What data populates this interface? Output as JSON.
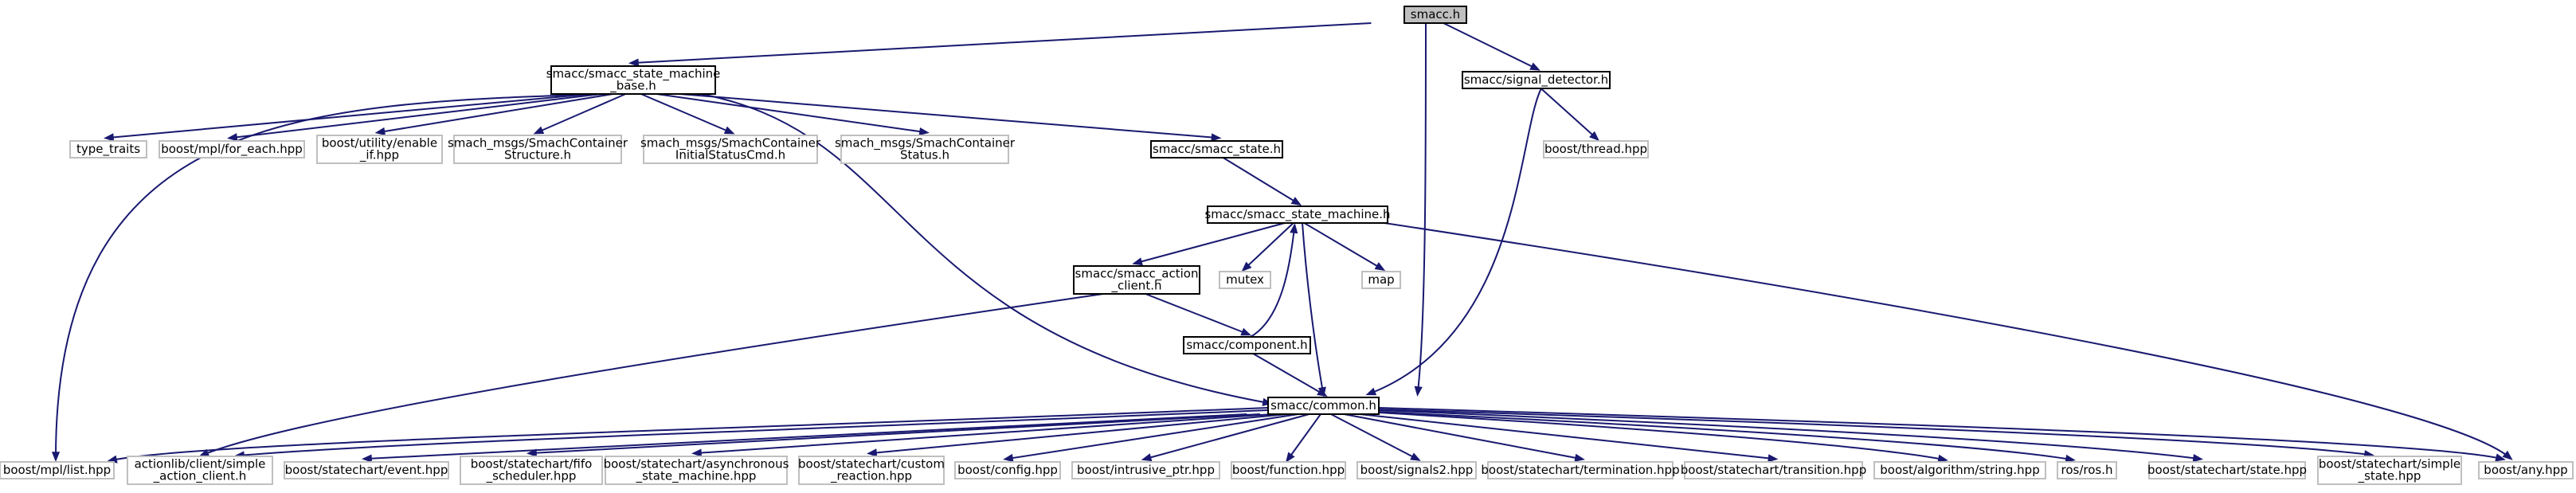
{
  "diagram": {
    "title": "",
    "colors": {
      "edge": "#191970",
      "node_border": "#000000",
      "node_border_external": "#bfbfbf",
      "root_fill": "#bfbfbf",
      "node_fill": "#ffffff"
    },
    "nodes": [
      {
        "id": "root",
        "lines": [
          "smacc.h"
        ],
        "kind": "root"
      },
      {
        "id": "base",
        "lines": [
          "smacc/smacc_state_machine",
          "_base.h"
        ],
        "kind": "internal"
      },
      {
        "id": "sigdet",
        "lines": [
          "smacc/signal_detector.h"
        ],
        "kind": "internal"
      },
      {
        "id": "typetraits",
        "lines": [
          "type_traits"
        ],
        "kind": "external"
      },
      {
        "id": "foreach",
        "lines": [
          "boost/mpl/for_each.hpp"
        ],
        "kind": "external"
      },
      {
        "id": "enableif",
        "lines": [
          "boost/utility/enable",
          "_if.hpp"
        ],
        "kind": "external"
      },
      {
        "id": "structure",
        "lines": [
          "smach_msgs/SmachContainer",
          "Structure.h"
        ],
        "kind": "external"
      },
      {
        "id": "initstatus",
        "lines": [
          "smach_msgs/SmachContainer",
          "InitialStatusCmd.h"
        ],
        "kind": "external"
      },
      {
        "id": "status",
        "lines": [
          "smach_msgs/SmachContainer",
          "Status.h"
        ],
        "kind": "external"
      },
      {
        "id": "state",
        "lines": [
          "smacc/smacc_state.h"
        ],
        "kind": "internal"
      },
      {
        "id": "thread",
        "lines": [
          "boost/thread.hpp"
        ],
        "kind": "external"
      },
      {
        "id": "sm",
        "lines": [
          "smacc/smacc_state_machine.h"
        ],
        "kind": "internal"
      },
      {
        "id": "actclient",
        "lines": [
          "smacc/smacc_action",
          "_client.h"
        ],
        "kind": "internal"
      },
      {
        "id": "mutex",
        "lines": [
          "mutex"
        ],
        "kind": "external"
      },
      {
        "id": "map",
        "lines": [
          "map"
        ],
        "kind": "external"
      },
      {
        "id": "component",
        "lines": [
          "smacc/component.h"
        ],
        "kind": "internal"
      },
      {
        "id": "common",
        "lines": [
          "smacc/common.h"
        ],
        "kind": "internal"
      },
      {
        "id": "mpllist",
        "lines": [
          "boost/mpl/list.hpp"
        ],
        "kind": "external"
      },
      {
        "id": "simpleac",
        "lines": [
          "actionlib/client/simple",
          "_action_client.h"
        ],
        "kind": "external"
      },
      {
        "id": "event",
        "lines": [
          "boost/statechart/event.hpp"
        ],
        "kind": "external"
      },
      {
        "id": "fifo",
        "lines": [
          "boost/statechart/fifo",
          "_scheduler.hpp"
        ],
        "kind": "external"
      },
      {
        "id": "async",
        "lines": [
          "boost/statechart/asynchronous",
          "_state_machine.hpp"
        ],
        "kind": "external"
      },
      {
        "id": "custom",
        "lines": [
          "boost/statechart/custom",
          "_reaction.hpp"
        ],
        "kind": "external"
      },
      {
        "id": "config",
        "lines": [
          "boost/config.hpp"
        ],
        "kind": "external"
      },
      {
        "id": "intrusive",
        "lines": [
          "boost/intrusive_ptr.hpp"
        ],
        "kind": "external"
      },
      {
        "id": "function",
        "lines": [
          "boost/function.hpp"
        ],
        "kind": "external"
      },
      {
        "id": "signals2",
        "lines": [
          "boost/signals2.hpp"
        ],
        "kind": "external"
      },
      {
        "id": "termination",
        "lines": [
          "boost/statechart/termination.hpp"
        ],
        "kind": "external"
      },
      {
        "id": "transition",
        "lines": [
          "boost/statechart/transition.hpp"
        ],
        "kind": "external"
      },
      {
        "id": "algstring",
        "lines": [
          "boost/algorithm/string.hpp"
        ],
        "kind": "external"
      },
      {
        "id": "rosh",
        "lines": [
          "ros/ros.h"
        ],
        "kind": "external"
      },
      {
        "id": "scstate",
        "lines": [
          "boost/statechart/state.hpp"
        ],
        "kind": "external"
      },
      {
        "id": "simplestate",
        "lines": [
          "boost/statechart/simple",
          "_state.hpp"
        ],
        "kind": "external"
      },
      {
        "id": "any",
        "lines": [
          "boost/any.hpp"
        ],
        "kind": "external"
      }
    ],
    "edges": [
      [
        "root",
        "base"
      ],
      [
        "root",
        "sigdet"
      ],
      [
        "root",
        "common"
      ],
      [
        "base",
        "mpllist"
      ],
      [
        "base",
        "typetraits"
      ],
      [
        "base",
        "foreach"
      ],
      [
        "base",
        "enableif"
      ],
      [
        "base",
        "structure"
      ],
      [
        "base",
        "initstatus"
      ],
      [
        "base",
        "status"
      ],
      [
        "base",
        "state"
      ],
      [
        "base",
        "common"
      ],
      [
        "sigdet",
        "thread"
      ],
      [
        "sigdet",
        "common"
      ],
      [
        "state",
        "sm"
      ],
      [
        "sm",
        "actclient"
      ],
      [
        "sm",
        "mutex"
      ],
      [
        "sm",
        "map"
      ],
      [
        "sm",
        "common"
      ],
      [
        "sm",
        "any"
      ],
      [
        "actclient",
        "component"
      ],
      [
        "actclient",
        "simpleac"
      ],
      [
        "component",
        "sm"
      ],
      [
        "component",
        "common"
      ],
      [
        "common",
        "mpllist"
      ],
      [
        "common",
        "simpleac"
      ],
      [
        "common",
        "event"
      ],
      [
        "common",
        "fifo"
      ],
      [
        "common",
        "async"
      ],
      [
        "common",
        "custom"
      ],
      [
        "common",
        "config"
      ],
      [
        "common",
        "intrusive"
      ],
      [
        "common",
        "function"
      ],
      [
        "common",
        "signals2"
      ],
      [
        "common",
        "termination"
      ],
      [
        "common",
        "transition"
      ],
      [
        "common",
        "algstring"
      ],
      [
        "common",
        "rosh"
      ],
      [
        "common",
        "scstate"
      ],
      [
        "common",
        "simplestate"
      ],
      [
        "common",
        "any"
      ]
    ]
  }
}
